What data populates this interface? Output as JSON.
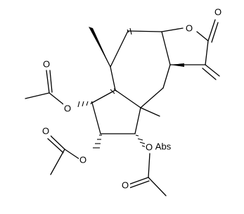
{
  "labels": {
    "ring_oxygen": "O",
    "lactone_carbonyl_oxygen": "O",
    "acetate_1_ester_oxygen": "O",
    "acetate_1_carbonyl_oxygen": "O",
    "acetate_2_ester_oxygen": "O",
    "acetate_2_carbonyl_oxygen": "O",
    "acetate_3_ester_oxygen": "O",
    "acetate_3_carbonyl_oxygen": "O",
    "stereo_abbreviation": "Abs"
  }
}
